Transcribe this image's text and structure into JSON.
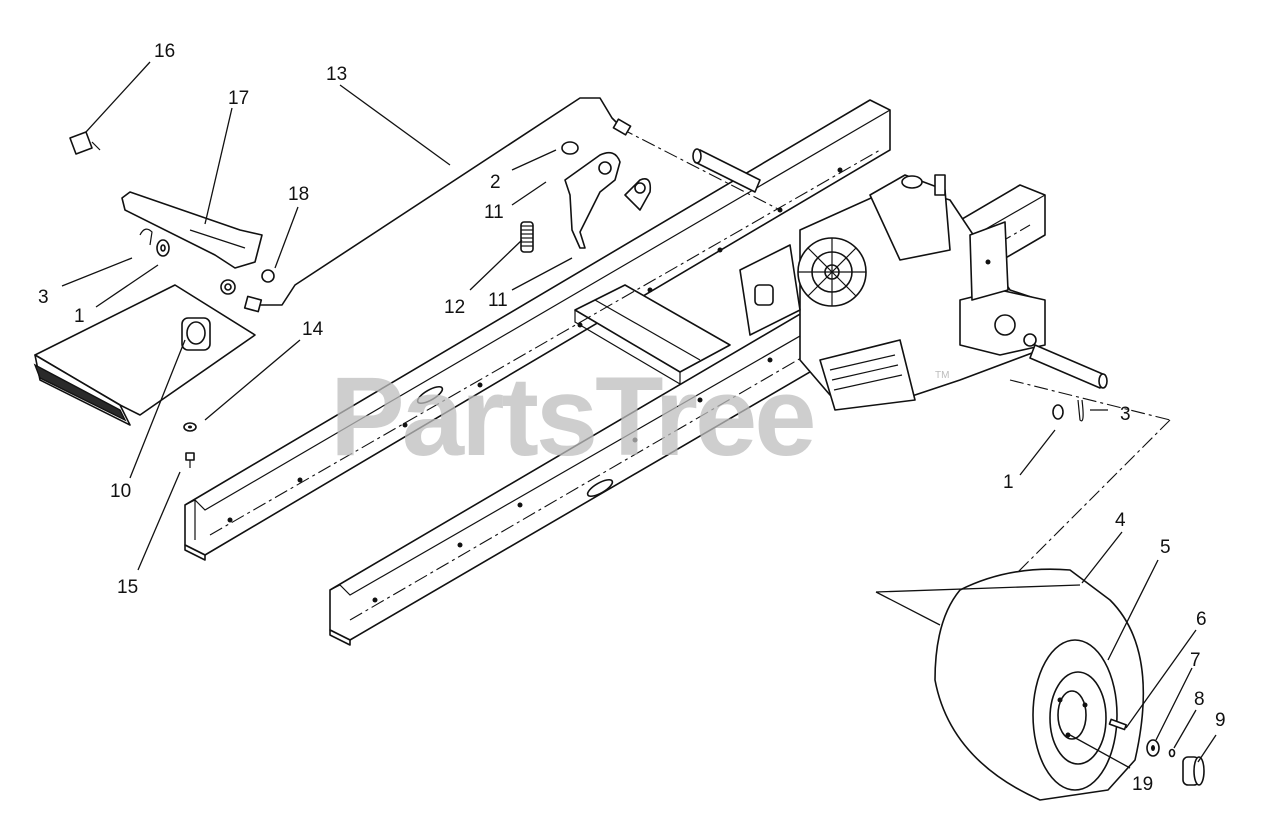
{
  "watermark": {
    "text": "PartsTree",
    "trademark": "TM"
  },
  "callouts": {
    "c16": "16",
    "c17": "17",
    "c13": "13",
    "c18": "18",
    "c3_left": "3",
    "c1_left": "1",
    "c2": "2",
    "c11_upper": "11",
    "c11_lower": "11",
    "c12": "12",
    "c14": "14",
    "c10": "10",
    "c15": "15",
    "c3_right": "3",
    "c1_right": "1",
    "c4": "4",
    "c5": "5",
    "c6": "6",
    "c7": "7",
    "c8": "8",
    "c9": "9",
    "c19": "19"
  }
}
